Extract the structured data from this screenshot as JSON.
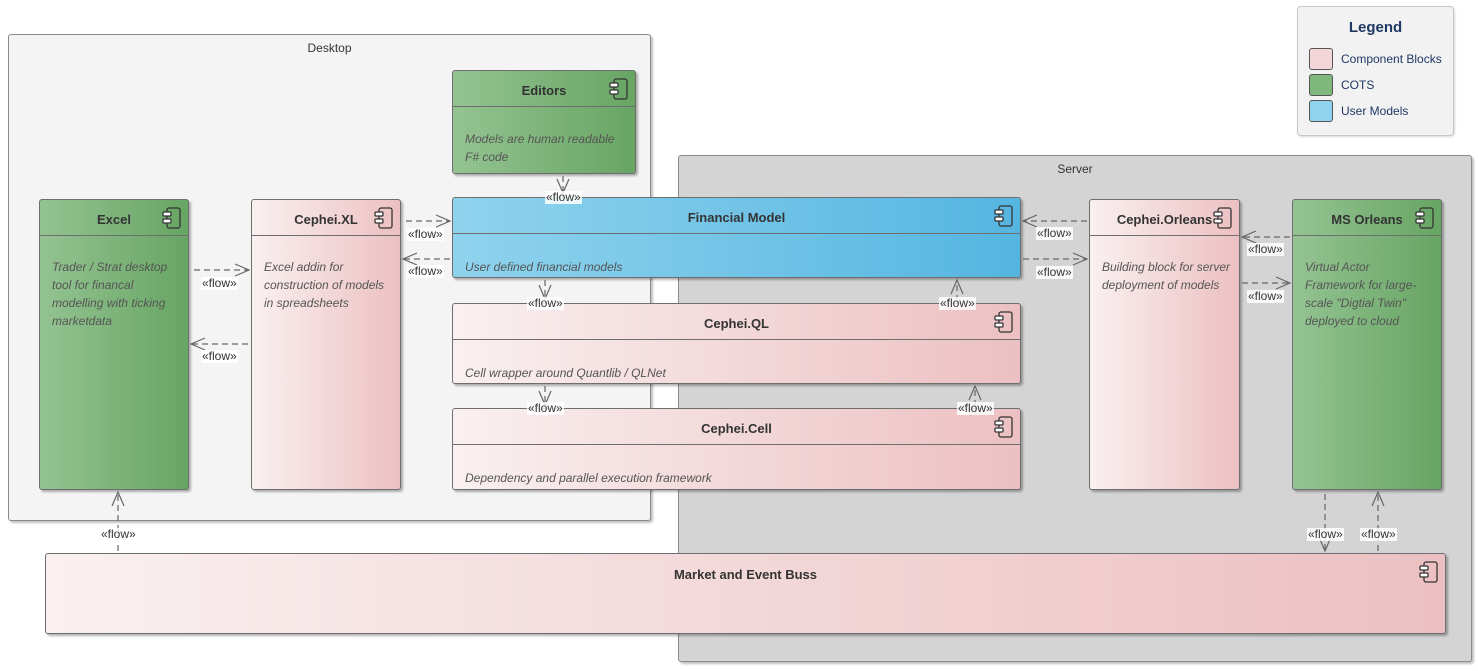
{
  "packages": {
    "desktop": "Desktop",
    "server": "Server"
  },
  "components": {
    "excel": {
      "title": "Excel",
      "desc": "Trader / Strat desktop tool for financal modelling with ticking marketdata"
    },
    "cephei_xl": {
      "title": "Cephei.XL",
      "desc": "Excel addin for construction of models in spreadsheets"
    },
    "editors": {
      "title": "Editors",
      "desc": "Models are human readable F# code"
    },
    "financial_model": {
      "title": "Financial Model",
      "desc": "User defined financial models"
    },
    "cephei_ql": {
      "title": "Cephei.QL",
      "desc": "Cell wrapper around Quantlib / QLNet"
    },
    "cephei_cell": {
      "title": "Cephei.Cell",
      "desc": "Dependency and parallel execution framework"
    },
    "cephei_orleans": {
      "title": "Cephei.Orleans",
      "desc": "Building block for server deployment of models"
    },
    "ms_orleans": {
      "title": "MS Orleans",
      "desc": "Virtual Actor Framework for large-scale \"Digtial Twin\" deployed to cloud"
    },
    "market_buss": {
      "title": "Market and Event Buss"
    }
  },
  "flow_label": "«flow»",
  "legend": {
    "title": "Legend",
    "items": [
      {
        "label": "Component Blocks",
        "color": "#f4d6d8"
      },
      {
        "label": "COTS",
        "color": "#7fb87c"
      },
      {
        "label": "User Models",
        "color": "#8fd3ee"
      }
    ]
  },
  "colors": {
    "component_block": "#ecc0c2",
    "cots": "#67a563",
    "user_model": "#55b5e0",
    "desktop_bg": "#f4f4f4",
    "server_bg": "#d4d4d4"
  }
}
